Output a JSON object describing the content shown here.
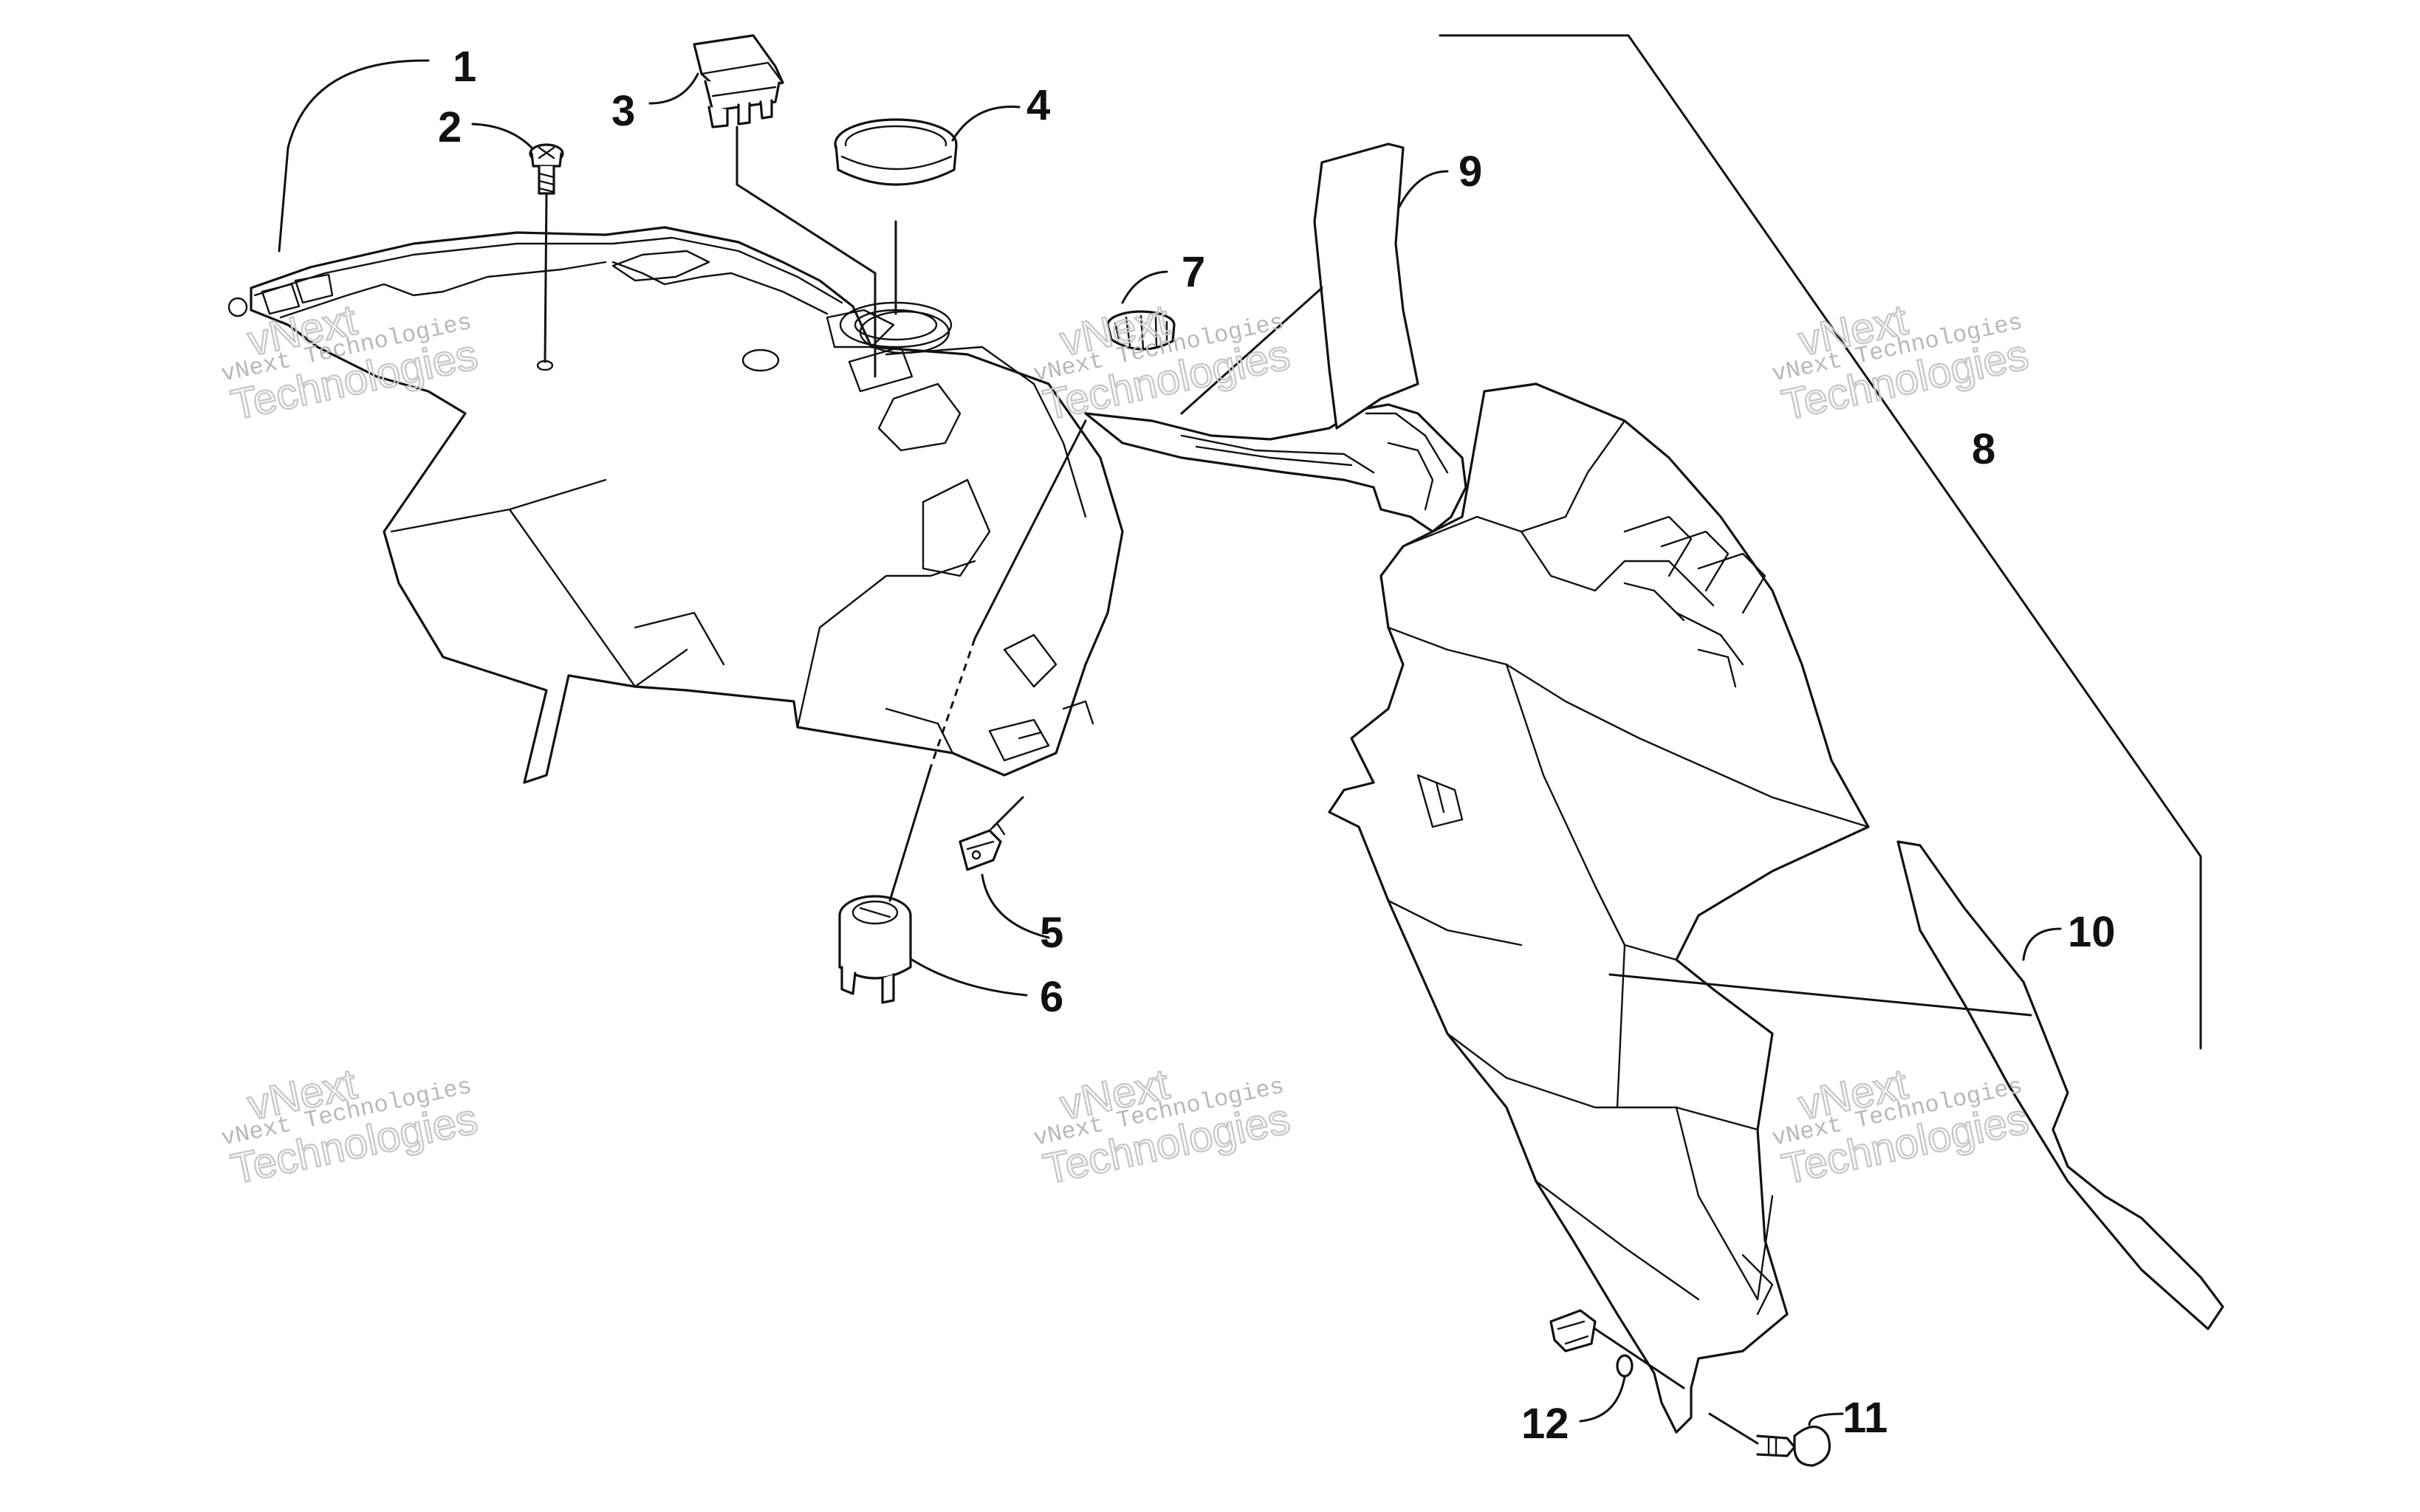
{
  "callouts": [
    "1",
    "2",
    "3",
    "4",
    "5",
    "6",
    "7",
    "8",
    "9",
    "10",
    "11",
    "12"
  ],
  "watermark": {
    "line1": "vNext",
    "line2": "vNext Technologies",
    "line3": "Technologies"
  },
  "colors": {
    "ink": "#111111",
    "watermark": "#c0c0c0",
    "background": "#ffffff"
  }
}
